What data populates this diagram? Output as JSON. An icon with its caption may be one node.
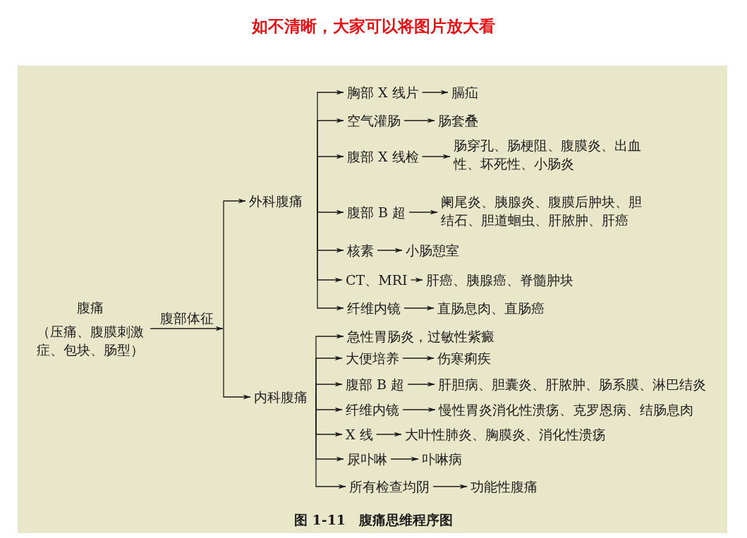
{
  "diagram": {
    "title": "如不清晰，大家可以将图片放大看",
    "caption": "图 1-11　腹痛思维程序图",
    "nodes": [
      {
        "text": [
          "腹痛",
          "（压痛、腹膜刺激症、包块、肠型）"
        ]
      },
      {
        "text": [
          "外科腹痛"
        ]
      },
      {
        "text": [
          "内科腹痛"
        ]
      },
      {
        "text": [
          "胸部 X 线片"
        ]
      },
      {
        "text": [
          "膈疝"
        ]
      },
      {
        "text": [
          "空气灌肠"
        ]
      },
      {
        "text": [
          "肠套叠"
        ]
      },
      {
        "text": [
          "腹部 X 线检"
        ]
      },
      {
        "text": [
          "肠穿孔、肠梗阻、腹膜炎、出血性、坏死性、小肠炎"
        ]
      },
      {
        "text": [
          "腹部 B 超"
        ]
      },
      {
        "text": [
          "阑尾炎、胰腺炎、腹膜后肿块、胆结石、胆道蛔虫、肝脓肿、肝癌"
        ]
      },
      {
        "text": [
          "核素"
        ]
      },
      {
        "text": [
          "小肠憩室"
        ]
      },
      {
        "text": [
          "CT、MRI"
        ]
      },
      {
        "text": [
          "肝癌、胰腺癌、脊髓肿块"
        ]
      },
      {
        "text": [
          "纤维内镜"
        ]
      },
      {
        "text": [
          "直肠息肉、直肠癌"
        ]
      },
      {
        "text": [
          "急性胃肠炎，过敏性紫癜"
        ]
      },
      {
        "text": [
          "大便培养"
        ]
      },
      {
        "text": [
          "伤寒痢疾"
        ]
      },
      {
        "text": [
          "腹部 B 超"
        ]
      },
      {
        "text": [
          "肝胆病、胆囊炎、肝脓肿、肠系膜、淋巴结炎"
        ]
      },
      {
        "text": [
          "纤维内镜"
        ]
      },
      {
        "text": [
          "慢性胃炎消化性溃疡、克罗恩病、结肠息肉"
        ]
      },
      {
        "text": [
          "X 线"
        ]
      },
      {
        "text": [
          "大叶性肺炎、胸膜炎、消化性溃疡"
        ]
      },
      {
        "text": [
          "尿卟啉"
        ]
      },
      {
        "text": [
          "卟啉病"
        ]
      },
      {
        "text": [
          "所有检查均阴"
        ]
      },
      {
        "text": [
          "功能性腹痛"
        ]
      }
    ],
    "edges": [
      {
        "from": 0,
        "to": 1,
        "arrow": "to",
        "label": "腹部体征"
      },
      {
        "from": 0,
        "to": 2,
        "arrow": "to"
      },
      {
        "from": 1,
        "to": 3,
        "arrow": "to"
      },
      {
        "from": 1,
        "to": 5,
        "arrow": "to"
      },
      {
        "from": 1,
        "to": 7,
        "arrow": "to"
      },
      {
        "from": 1,
        "to": 9,
        "arrow": "to"
      },
      {
        "from": 1,
        "to": 11,
        "arrow": "to"
      },
      {
        "from": 1,
        "to": 13,
        "arrow": "to"
      },
      {
        "from": 1,
        "to": 15,
        "arrow": "to"
      },
      {
        "from": 3,
        "to": 4,
        "arrow": "to"
      },
      {
        "from": 5,
        "to": 6,
        "arrow": "to"
      },
      {
        "from": 7,
        "to": 8,
        "arrow": "to"
      },
      {
        "from": 9,
        "to": 10,
        "arrow": "to"
      },
      {
        "from": 11,
        "to": 12,
        "arrow": "to"
      },
      {
        "from": 13,
        "to": 14,
        "arrow": "to"
      },
      {
        "from": 15,
        "to": 16,
        "arrow": "to"
      },
      {
        "from": 2,
        "to": 17,
        "arrow": "to"
      },
      {
        "from": 2,
        "to": 18,
        "arrow": "to"
      },
      {
        "from": 2,
        "to": 20,
        "arrow": "to"
      },
      {
        "from": 2,
        "to": 22,
        "arrow": "to"
      },
      {
        "from": 2,
        "to": 24,
        "arrow": "to"
      },
      {
        "from": 2,
        "to": 26,
        "arrow": "to"
      },
      {
        "from": 2,
        "to": 28,
        "arrow": "to"
      },
      {
        "from": 18,
        "to": 19,
        "arrow": "to"
      },
      {
        "from": 20,
        "to": 21,
        "arrow": "to"
      },
      {
        "from": 22,
        "to": 23,
        "arrow": "to"
      },
      {
        "from": 24,
        "to": 25,
        "arrow": "to"
      },
      {
        "from": 26,
        "to": 27,
        "arrow": "to"
      },
      {
        "from": 28,
        "to": 29,
        "arrow": "to"
      }
    ]
  }
}
